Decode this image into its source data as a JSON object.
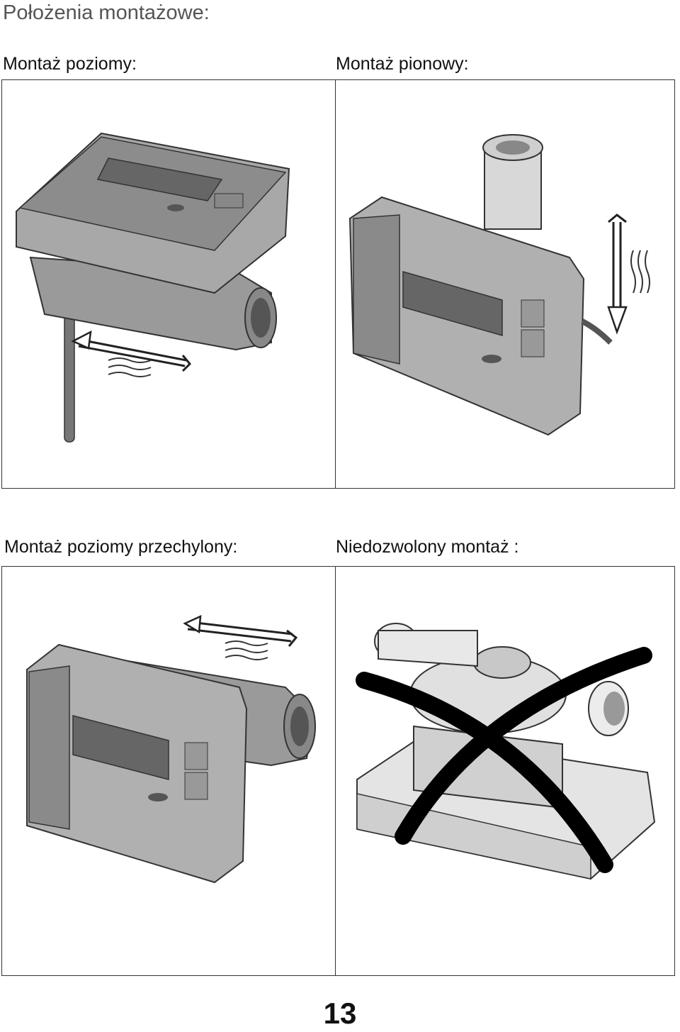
{
  "heading": "Położenia montażowe:",
  "panels": {
    "horizontal": {
      "label": "Montaż poziomy:"
    },
    "vertical": {
      "label": "Montaż pionowy:"
    },
    "tilted": {
      "label": "Montaż poziomy przechylony:"
    },
    "forbidden": {
      "label": "Niedozwolony montaż :"
    }
  },
  "page_number": "13"
}
